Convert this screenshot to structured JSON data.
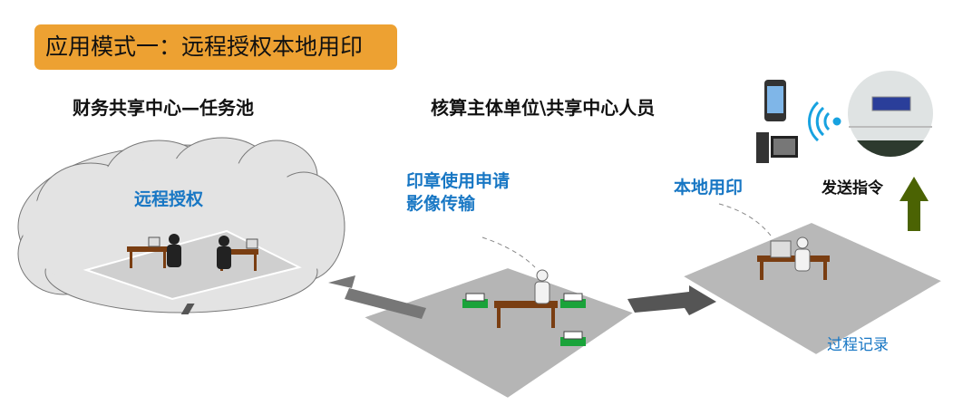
{
  "title": "应用模式一：远程授权本地用印",
  "left_heading": "财务共享中心—任务池",
  "middle_heading": "核算主体单位\\共享中心人员",
  "cloud_label": "远程授权",
  "apply_label_1": "印章使用申请",
  "apply_label_2": "影像传输",
  "local_label": "本地用印",
  "send_label": "发送指令",
  "record_label": "过程记录",
  "colors": {
    "title_bg": "#EDA132",
    "accent_blue": "#1877C4",
    "arrow_green": "#4B6303",
    "cloud": "#E3E3E3"
  }
}
